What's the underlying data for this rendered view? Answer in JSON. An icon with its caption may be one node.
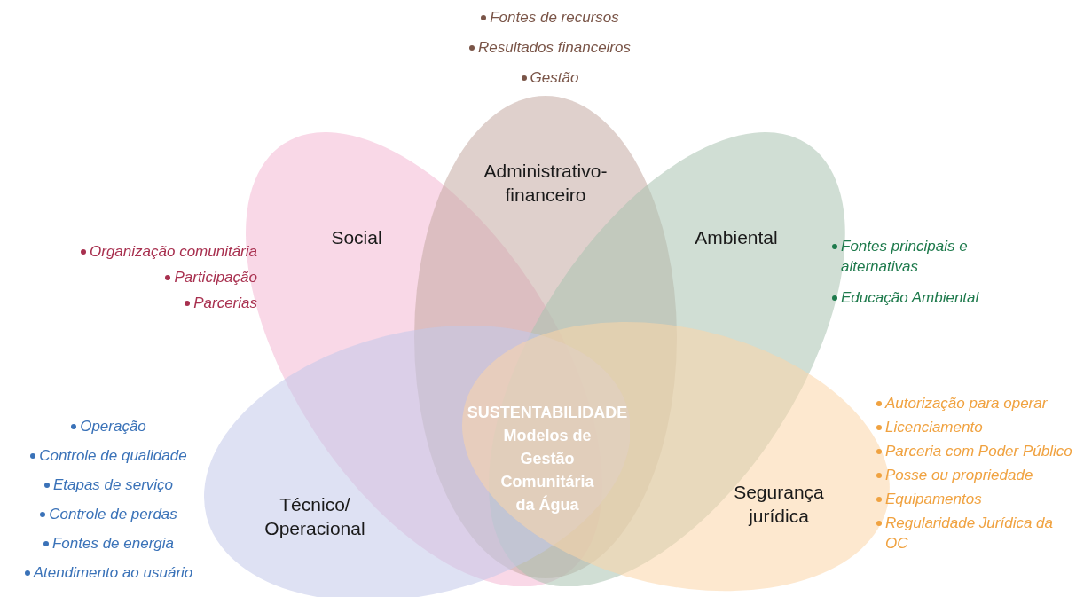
{
  "diagram": {
    "nodes": [
      {
        "text": [
          "Social"
        ],
        "beside": [
          "Organização comunitária",
          "Participação",
          "Parcerias"
        ]
      },
      {
        "text": [
          "Administrativo-financeiro"
        ],
        "beside": [
          "Fontes de recursos",
          "Resultados financeiros",
          "Gestão"
        ]
      },
      {
        "text": [
          "Ambiental"
        ],
        "beside": [
          "Fontes principais e alternativas",
          "Educação Ambiental"
        ]
      },
      {
        "text": [
          "Técnico/ Operacional"
        ],
        "beside": [
          "Operação",
          "Controle de qualidade",
          "Etapas de serviço",
          "Controle de perdas",
          "Fontes de energia",
          "Atendimento ao usuário"
        ]
      },
      {
        "text": [
          "Segurança jurídica"
        ],
        "beside": [
          "Autorização para operar",
          "Licenciamento",
          "Parceria com Poder Público",
          "Posse ou propriedade",
          "Equipamentos",
          "Regularidade Jurídica da OC"
        ]
      }
    ],
    "labels": [
      "SUSTENTABILIDADE",
      "Modelos de Gestão Comunitária da Água"
    ]
  }
}
